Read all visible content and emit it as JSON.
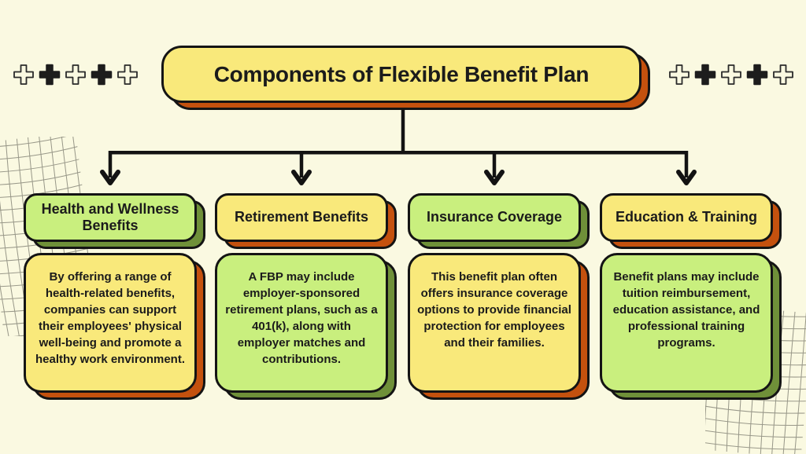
{
  "page": {
    "background": "#FAF9E1"
  },
  "title_box": {
    "label": "Components of Flexible Benefit Plan",
    "fill": "#F9E97B",
    "shadow": "#C4510E"
  },
  "decorations": {
    "left_plus_row": [
      "plus-outline-icon",
      "plus-filled-icon",
      "plus-outline-icon",
      "plus-filled-icon",
      "plus-outline-icon"
    ],
    "right_plus_row": [
      "plus-outline-icon",
      "plus-filled-icon",
      "plus-outline-icon",
      "plus-filled-icon",
      "plus-outline-icon"
    ],
    "grid_corners": [
      "bottom-left-warped-grid",
      "bottom-right-warped-grid"
    ]
  },
  "colors": {
    "outline": "#141414",
    "yellow_fill": "#F9E97B",
    "orange_shadow": "#C4510E",
    "green_fill": "#C9EF7E",
    "dark_green_shadow": "#6F9039",
    "text": "#1b1b1b"
  },
  "columns": [
    {
      "header": {
        "label": "Health and Wellness Benefits",
        "fill": "#C9EF7E",
        "shadow": "#6F9039"
      },
      "body": {
        "text": "By offering a range of health-related benefits, companies can support their employees' physical well-being and promote a healthy work environment.",
        "fill": "#F9E97B",
        "shadow": "#C4510E"
      }
    },
    {
      "header": {
        "label": "Retirement Benefits",
        "fill": "#F9E97B",
        "shadow": "#C4510E"
      },
      "body": {
        "text": "A FBP may include employer-sponsored retirement plans, such as a 401(k), along with employer matches and contributions.",
        "fill": "#C9EF7E",
        "shadow": "#6F9039"
      }
    },
    {
      "header": {
        "label": "Insurance Coverage",
        "fill": "#C9EF7E",
        "shadow": "#6F9039"
      },
      "body": {
        "text": "This benefit plan often offers insurance coverage options to provide financial protection for employees and their families.",
        "fill": "#F9E97B",
        "shadow": "#C4510E"
      }
    },
    {
      "header": {
        "label": "Education & Training",
        "fill": "#F9E97B",
        "shadow": "#C4510E"
      },
      "body": {
        "text": "Benefit plans may include tuition reimbursement, education assistance, and professional training programs.",
        "fill": "#C9EF7E",
        "shadow": "#6F9039"
      }
    }
  ]
}
